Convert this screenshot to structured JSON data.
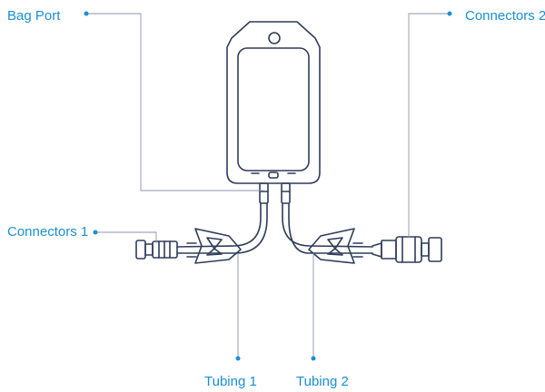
{
  "labels": {
    "bag_port": "Bag Port",
    "connectors_2": "Connectors 2",
    "connectors_1": "Connectors 1",
    "tubing_1": "Tubing 1",
    "tubing_2": "Tubing 2"
  },
  "colors": {
    "accent": "#1a8fd6",
    "outline": "#2f3d5a",
    "background": "#ffffff"
  }
}
